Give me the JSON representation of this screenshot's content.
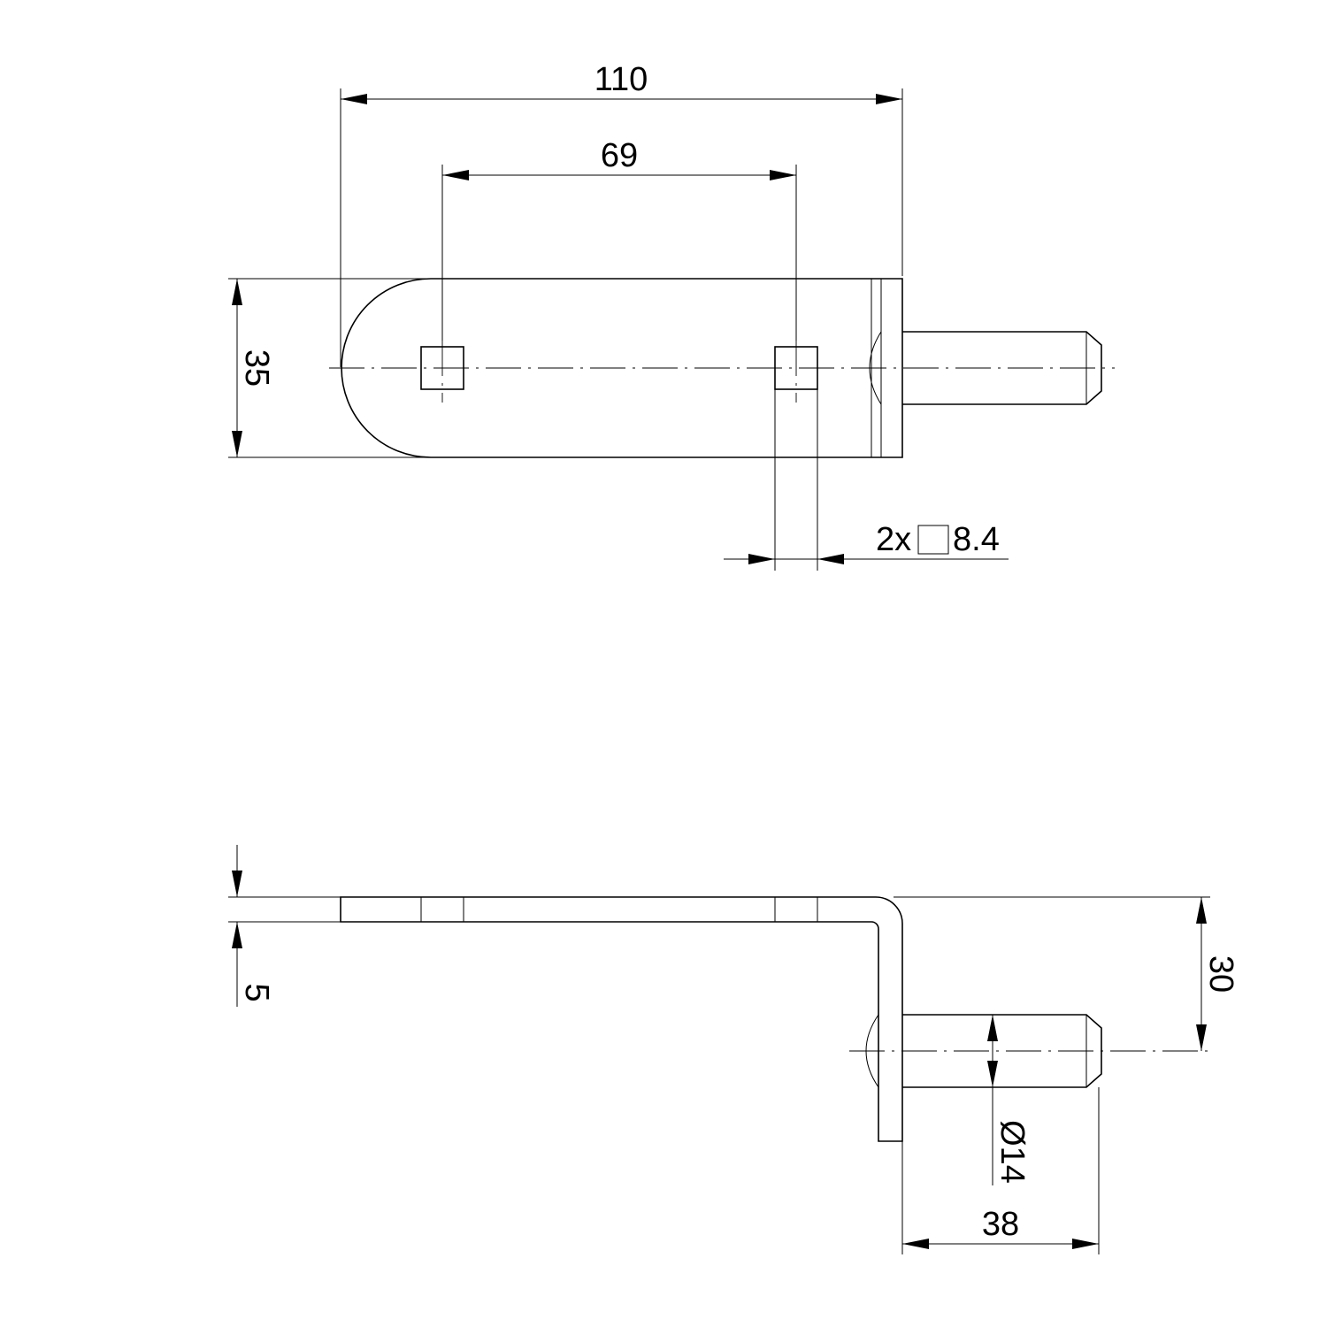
{
  "drawing": {
    "top_view": {
      "dim_overall_length": "110",
      "dim_hole_spacing": "69",
      "dim_width": "35",
      "hole_callout_count": "2x",
      "hole_callout_size": "8.4"
    },
    "side_view": {
      "dim_thickness": "5",
      "dim_pin_height": "30",
      "dim_pin_diameter": "Ø14",
      "dim_pin_length": "38"
    },
    "colors": {
      "line": "#000000",
      "background": "#ffffff"
    }
  }
}
